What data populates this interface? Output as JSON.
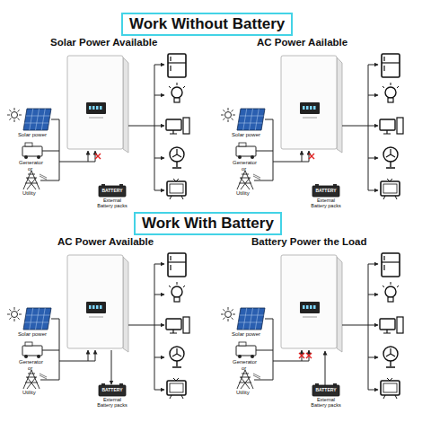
{
  "diagram": {
    "nodes": [
      {
        "text": [
          "Work Without Battery"
        ]
      },
      {
        "text": [
          "Work With Battery"
        ]
      }
    ],
    "labels": [
      "Solar Power Available",
      "Solar power",
      "Generator",
      "or",
      "Utility",
      "BATTERY",
      "External Battery packs",
      "AC Power Aailable",
      "Solar power",
      "Generator",
      "or",
      "Utility",
      "BATTERY",
      "External Battery packs",
      "AC Power Available",
      "Solar power",
      "Generator",
      "or",
      "Utility",
      "BATTERY",
      "External Battery packs",
      "Battery Power the Load",
      "Solar power",
      "Generator",
      "or",
      "Utility",
      "BATTERY",
      "External Battery packs"
    ]
  }
}
